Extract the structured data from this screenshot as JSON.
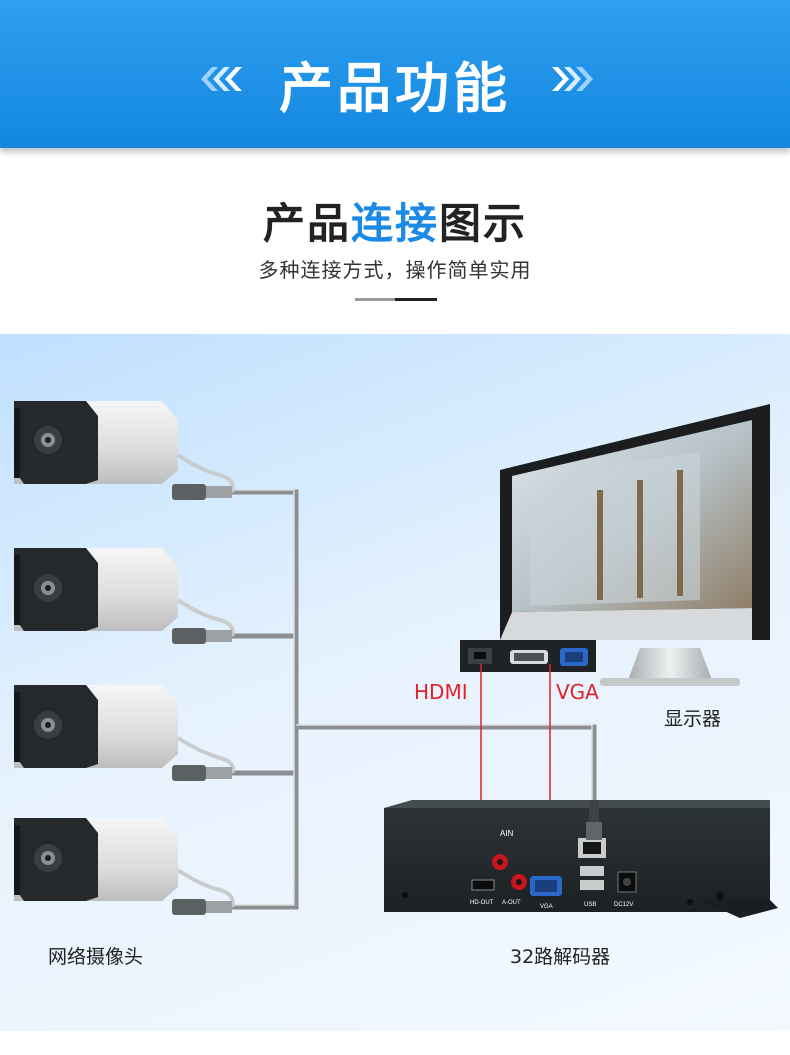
{
  "banner": {
    "title": "产品功能"
  },
  "section": {
    "title_pre": "产品",
    "title_hl": "连接",
    "title_post": "图示",
    "subtitle": "多种连接方式，操作简单实用"
  },
  "diagram": {
    "cameras_label": "网络摄像头",
    "display_label": "显示器",
    "decoder_label": "32路解码器",
    "hdmi_label": "HDMI",
    "vga_label": "VGA",
    "decoder_ports": {
      "ain": "AIN",
      "hdout": "HD-OUT",
      "aout": "A-OUT",
      "vga": "VGA",
      "usb": "USB",
      "dc": "DC12V"
    }
  },
  "colors": {
    "banner": "#1a8ae6",
    "accent": "#1a8ae6",
    "port_label": "#e0222a"
  }
}
